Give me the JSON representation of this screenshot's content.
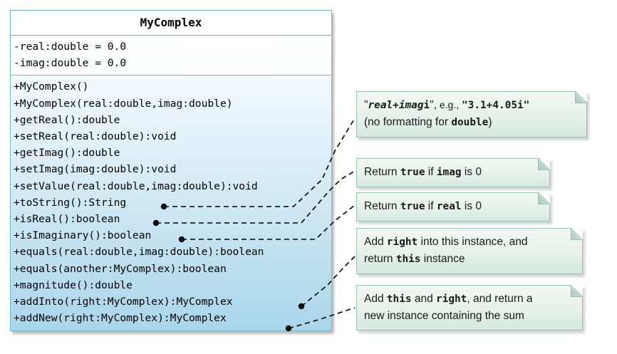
{
  "diagram": {
    "kind": "uml-class-diagram",
    "colors": {
      "class_border": "#6FB8D4",
      "class_header_bg": "#FFFFFF",
      "methods_gradient_top": "#F4FAFD",
      "methods_gradient_bottom": "#A9D6EA",
      "note_bg": "#E7F1EC",
      "note_border": "#9BBFB2",
      "connector": "#000000"
    }
  },
  "class_box": {
    "name": "MyComplex",
    "attributes": [
      "-real:double = 0.0",
      "-imag:double = 0.0"
    ],
    "methods": [
      "+MyComplex()",
      "+MyComplex(real:double,imag:double)",
      "+getReal():double",
      "+setReal(real:double):void",
      "+getImag():double",
      "+setImag(imag:double):void",
      "+setValue(real:double,imag:double):void",
      "+toString():String",
      "+isReal():boolean",
      "+isImaginary():boolean",
      "+equals(real:double,imag:double):boolean",
      "+equals(another:MyComplex):boolean",
      "+magnitude():double",
      "+addInto(right:MyComplex):MyComplex",
      "+addNew(right:MyComplex):MyComplex"
    ]
  },
  "notes": {
    "tostring": {
      "anchor_method": "+toString():String",
      "line1": {
        "quote_open": "\"",
        "italic_part": "real+imag",
        "upright_i": "i",
        "quote_close": "\",",
        "eg": " e.g., ",
        "example": "\"3.1+4.05i\""
      },
      "line2": {
        "prefix": "(no formatting for ",
        "code": "double",
        "suffix": ")"
      }
    },
    "isreal": {
      "anchor_method": "+isReal():boolean",
      "prefix": "Return ",
      "code1": "true",
      "middle": " if ",
      "code2": "imag",
      "suffix": " is 0"
    },
    "isimaginary": {
      "anchor_method": "+isImaginary():boolean",
      "prefix": "Return ",
      "code1": "true",
      "middle": " if ",
      "code2": "real",
      "suffix": " is 0"
    },
    "addinto": {
      "anchor_method": "+addInto(right:MyComplex):MyComplex",
      "line1_prefix": "Add ",
      "line1_code": "right",
      "line1_suffix": " into this instance, and",
      "line2_prefix": "return ",
      "line2_code": "this",
      "line2_suffix": " instance"
    },
    "addnew": {
      "anchor_method": "+addNew(right:MyComplex):MyComplex",
      "line1_prefix": "Add ",
      "line1_code1": "this",
      "line1_middle": " and ",
      "line1_code2": "right",
      "line1_suffix": ", and return a",
      "line2": "new instance containing the sum"
    }
  }
}
